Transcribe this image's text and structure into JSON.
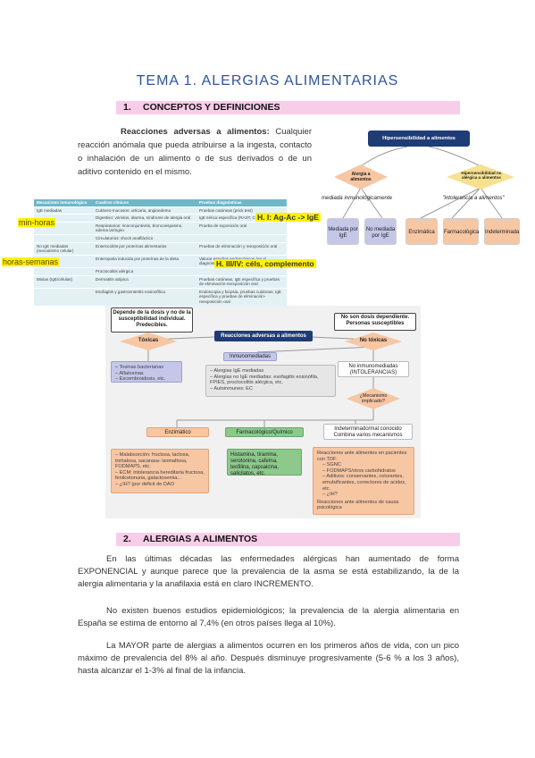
{
  "title": "TEMA 1. ALERGIAS ALIMENTARIAS",
  "section1": {
    "num": "1.",
    "heading": "CONCEPTOS Y DEFINICIONES",
    "lead": "Reacciones adversas a alimentos:",
    "text": " Cualquier reacción anómala que pueda atribuirse a la ingesta, contacto o inhalación de un alimento o de sus derivados o de un aditivo contenido en el mismo."
  },
  "hyper_diagram": {
    "root": "Hipersensibilidad a alimentos",
    "left_node": "Alergia a alimentos",
    "right_node": "Hipersensibilidad no alérgica a alimentos",
    "left_caption": "mediada inmunológicamente",
    "right_caption": "\"intolerancia a alimentos\"",
    "leaves": [
      "Mediada por IgE",
      "No mediada por IgE",
      "Enzimática",
      "Farmacológica",
      "Indeterminada"
    ]
  },
  "table": {
    "headers": [
      "Mecanismo inmunológico",
      "Cuadros clínicos",
      "Pruebas diagnósticas"
    ],
    "rows": [
      [
        "IgE mediadas",
        "Cutáneo-mucosos: urticaria, angioedema",
        "Pruebas cutáneas (prick test)"
      ],
      [
        "",
        "Digestivo: vómitos, diarrea, síndrome de alergia oral",
        "IgE sérica específica (RAST, CAP)"
      ],
      [
        "",
        "Respiratorios: rinoconjuntivitis, broncoespasmo, edema laríngeo",
        "Prueba de exposición oral"
      ],
      [
        "",
        "Circulatorios: shock anafiláctico",
        ""
      ],
      [
        "No IgE mediadas (mecanismo celular)",
        "Enterocolitis por proteínas alimentarias",
        "Pruebas de eliminación y reexposición oral"
      ],
      [
        "",
        "Enteropatía inducida por proteínas de la dieta",
        "Valorar estudios endoscópicos (en el diagnóstico definitivo)"
      ],
      [
        "",
        "Proctocolitis alérgica",
        ""
      ],
      [
        "Mixtas (IgE/células)",
        "Dermatitis atópica",
        "Pruebas cutáneas, IgE específica y pruebas de eliminación-reexposición oral"
      ],
      [
        "",
        "Esofagitis y gastroenteritis eosinofílica",
        "Endoscopia y biopsia, pruebas cutáneas, IgE específica y pruebas de eliminación-reexposición oral"
      ]
    ],
    "annot_min": "min-horas",
    "annot_weeks": "horas-semanas",
    "annot_h1": "H. I: Ag-Ac -> IgE",
    "annot_h3": "H. III/IV: céls, complemento"
  },
  "flow": {
    "top": "Reacciones adversas a alimentos",
    "note_left": "Depende de la dosis y no de la susceptibilidad individual. Predecibles.",
    "note_right": "No son dosis dependiente. Personas susceptibles",
    "toxic": "Tóxicas",
    "nontoxic": "No tóxicas",
    "toxic_list": [
      "Toxinas bacterianas",
      "Aflatoxinas",
      "Escombroidosis, etc."
    ],
    "immuno": "Inmunomediadas",
    "immuno_list": [
      "Alergias IgE mediadas",
      "Alergias no IgE mediadas: esofagitis eosinófila, FPIES, proctocolitis alérgica, etc.",
      "Autoinmunes: EC"
    ],
    "nonimmuno": "No inmunomediadas (INTOLERANCIAS)",
    "mechanism": "¿Mecanismo implicado?",
    "enz": "Enzimático",
    "farm": "Farmacológico/Químico",
    "indet": "Indeterminado/mal conocido Combina varios mecanismos",
    "enz_list": [
      "Malabsorción: fructosa, lactosa, trehalosa, sacarasa- isomaltosa, FODMAPS, etc.",
      "ECM: intolerancia hereditaria fructosa, fenilcetonuria, galactosemia...",
      "¿IH? (por déficit de DAO"
    ],
    "farm_text": "Histamina, tiramina, serotonina, cafeína, teofilina, capsaicina, salicilatos, etc.",
    "indet_head": "Reacciones ante alimentos en pacientes con TDF:",
    "indet_list": [
      "SGNC",
      "FODMAPS/otros carbohidratos",
      "Aditivos: conservantes, colorantes, emulsificantes, correctores de acidez, etc.",
      "¿IH?"
    ],
    "indet_tail": "Reacciones ante alimentos de causa psicológica"
  },
  "section2": {
    "num": "2.",
    "heading": "ALERGIAS A ALIMENTOS",
    "p1": "En las últimas décadas las enfermedades alérgicas han aumentado de forma EXPONENCIAL y aunque parece que la prevalencia de la asma se está estabilizando, la de la alergia alimentaria y la anafilaxia está en claro INCREMENTO.",
    "p2": "No existen buenos estudios epidemiológicos; la prevalencia de la alergia alimentaria en España se estima de entorno al 7,4% (en otros países llega al 10%).",
    "p3": "La MAYOR parte de alergias a alimentos ocurren en los primeros años de vida, con un pico máximo de prevalencia del 8% al año. Después disminuye progresivamente (5-6 % a los 3 años), hasta alcanzar el 1-3% al final de la infancia."
  },
  "colors": {
    "title": "#2f5597",
    "heading_bg": "#f8cde9",
    "navy": "#1f3c77",
    "yellow": "#fff200",
    "table_head": "#6fb7c8",
    "orange": "#f7c6a3",
    "green": "#8cc98b",
    "lilac": "#c5c7e8"
  }
}
